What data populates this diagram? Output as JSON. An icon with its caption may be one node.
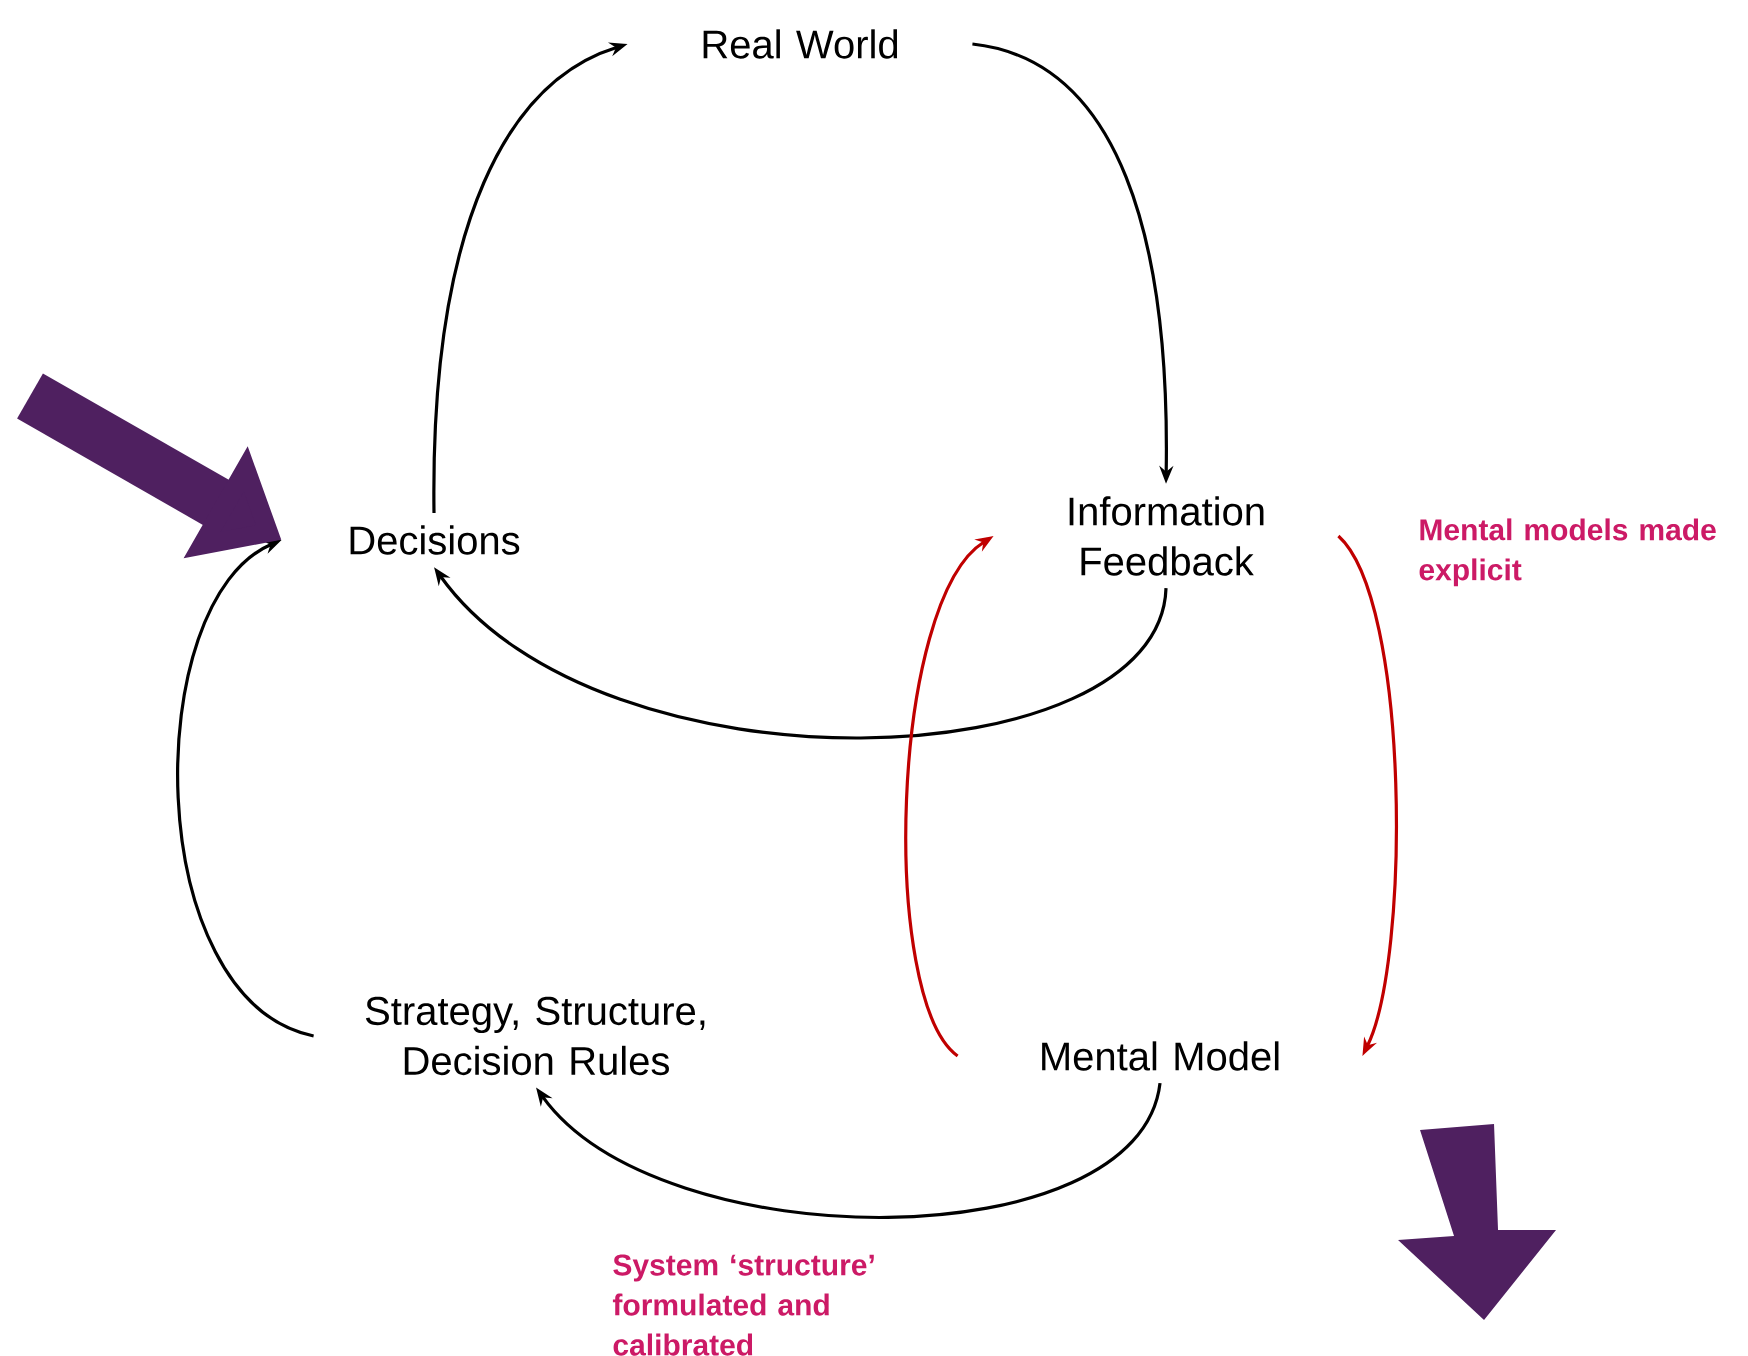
{
  "diagram": {
    "nodes": [
      {
        "text": [
          "Real World"
        ]
      },
      {
        "text": [
          "Decisions"
        ]
      },
      {
        "text": [
          "Information Feedback"
        ]
      },
      {
        "text": [
          "Strategy, Structure, Decision Rules"
        ]
      },
      {
        "text": [
          "Mental Model"
        ]
      }
    ],
    "edges": [
      {
        "from": 1,
        "to": 0,
        "arrow": "to"
      },
      {
        "from": 0,
        "to": 2,
        "arrow": "to"
      },
      {
        "from": 2,
        "to": 1,
        "arrow": "to"
      },
      {
        "from": 3,
        "to": 1,
        "arrow": "to"
      },
      {
        "from": 4,
        "to": 3,
        "arrow": "to",
        "label": "System ‘structure’ formulated and calibrated"
      },
      {
        "from": 2,
        "to": 4,
        "arrow": "to",
        "color": "#c00000",
        "label": "Mental models made explicit"
      },
      {
        "from": 4,
        "to": 2,
        "arrow": "to",
        "color": "#c00000"
      },
      {
        "from": null,
        "to": 1,
        "arrow": "to",
        "style": "thick",
        "color": "#4f2060"
      }
    ]
  }
}
